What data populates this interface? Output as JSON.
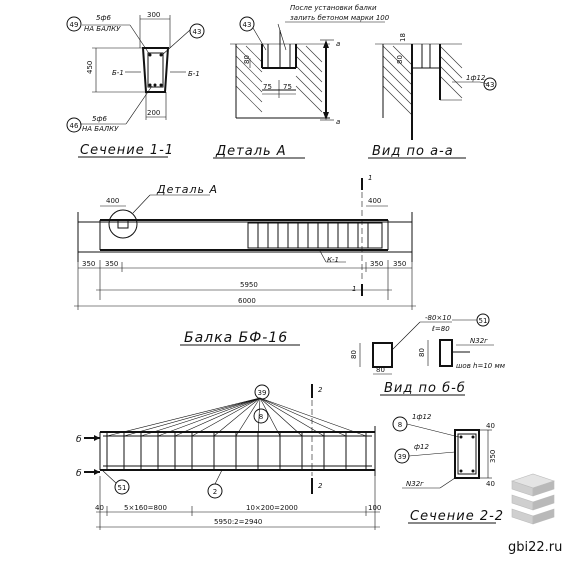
{
  "titles": {
    "section11": "Сечение 1-1",
    "detailA": "Деталь А",
    "viewAA": "Вид по а-а",
    "beam": "Балка БФ-16",
    "viewBB": "Вид по б-б",
    "section22": "Сечение 2-2"
  },
  "section11": {
    "top_rebar": "5ф6",
    "top_rebar_note": "НА БАЛКУ",
    "bot_rebar": "5ф6",
    "bot_rebar_note": "НА БАЛКУ",
    "pos_top_left": "49",
    "pos_top_right": "43",
    "pos_bot": "46",
    "width_top": "300",
    "width_bot": "200",
    "height": "450",
    "label_left": "Б-1",
    "label_right": "Б-1"
  },
  "detailA": {
    "note_line1": "После установки балки",
    "note_line2": "залить бетоном марки 100",
    "pos": "43",
    "dim_left": "75",
    "dim_right": "75",
    "dim_h": "80",
    "arrow_label_top": "а",
    "arrow_label_bot": "а"
  },
  "viewAA": {
    "rebar": "1ф12",
    "pos": "43",
    "dim_a": "80",
    "dim_b": "18"
  },
  "beamElevation": {
    "detail_label": "Деталь А",
    "cut_label": "1",
    "dim_400_left": "400",
    "dim_400_right": "400",
    "frame_label": "К-1",
    "dim_350_l": "350",
    "dim_350_l2": "350",
    "dim_350_r": "350",
    "dim_350_r2": "350",
    "dim_5950": "5950",
    "dim_6000": "6000"
  },
  "viewBB": {
    "plate": "-80×10",
    "plate_len": "ℓ=80",
    "pos": "51",
    "weld": "N32г",
    "weld_note": "шов h=10 мм",
    "dim_80": "80",
    "dim_h": "80"
  },
  "planBeam": {
    "pos_39": "39",
    "pos_8": "8",
    "pos_2": "2",
    "pos_51": "51",
    "cut_label": "2",
    "cut_b": "б",
    "dim_40_l": "40",
    "dim_seg1": "5×160=800",
    "dim_seg2": "10×200=2000",
    "dim_100": "100",
    "dim_total": "5950:2=2940"
  },
  "section22": {
    "rebar_top": "1ф12",
    "rebar_side": "ф12",
    "pos_8": "8",
    "pos_39": "39",
    "weld": "N32г",
    "dim_350": "350",
    "dim_40a": "40",
    "dim_40b": "40"
  },
  "watermark": {
    "site": "gbi22.ru"
  }
}
